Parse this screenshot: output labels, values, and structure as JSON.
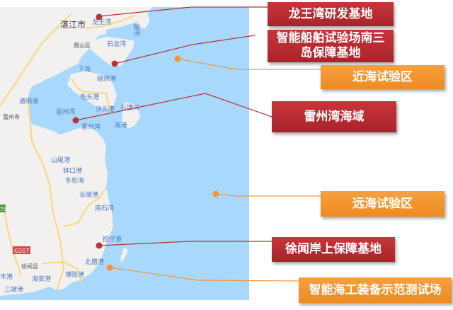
{
  "callouts": {
    "longwang": "龙王湾研发基地",
    "nansan_line1": "智能船舶试验场南三",
    "nansan_line2": "岛保障基地",
    "nearsea": "近海试验区",
    "leizhou": "雷州湾海域",
    "farsea": "远海试验区",
    "xuwen": "徐闻岸上保障基地",
    "demo": "智能海工装备示范测试场"
  },
  "map_labels": {
    "zhanjiang": "湛江市",
    "longwang_bay": "龙王湾",
    "xiashan": "霞山区",
    "shilong_bay": "石龙湾",
    "naozhou": "硇洲",
    "xiawan": "下湾",
    "naozhou_port": "硇洲港",
    "guitou": "龟头港",
    "tongming": "通明港",
    "leizhou_bay1": "雷州湾",
    "leizhou_city": "雷州市",
    "shatou": "沙头港",
    "shitang": "石塘湾",
    "leizhou_bay2": "雷州湾",
    "nangang": "南港",
    "shanwei": "山尾港",
    "bokou": "钵口港",
    "dongsong": "冬松海",
    "changpo": "长坡港",
    "nanshi": "南石湾",
    "wazai": "挖仔港",
    "g207": "G207",
    "road75": "75",
    "xuwen_county": "徐闻县",
    "beila": "北腊港",
    "feng": "丰港",
    "haian": "海安港",
    "boshe": "博赊港",
    "sandun": "三墩港"
  },
  "colors": {
    "sea": "#a8d8fb",
    "land": "#f2f1ef",
    "road": "#f8d77a",
    "red_marker": "#b8333a",
    "orange_marker": "#f5953a"
  }
}
